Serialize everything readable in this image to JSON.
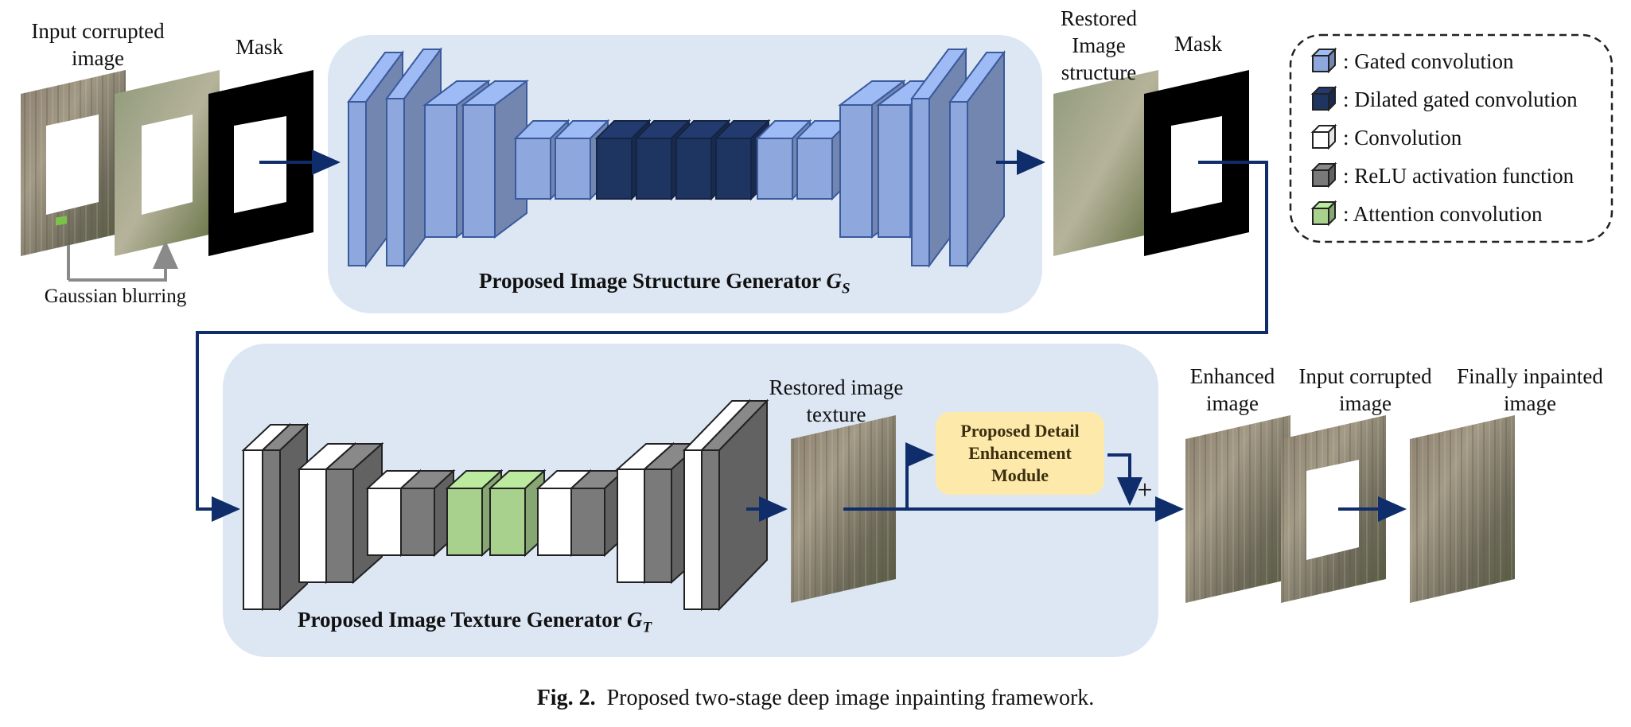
{
  "stage1": {
    "input_label_1": "Input corrupted",
    "input_label_2": "image",
    "mask_label": "Mask",
    "blur_label": "Gaussian blurring",
    "generator_title": "Proposed Image Structure Generator",
    "generator_symbol": "G",
    "generator_subscript": "S",
    "restored_label_1": "Restored",
    "restored_label_2": "Image",
    "restored_label_3": "structure",
    "mask2_label": "Mask"
  },
  "legend": {
    "items": [
      {
        "label": ": Gated convolution",
        "color": "#8ea7dc"
      },
      {
        "label": ": Dilated gated convolution",
        "color": "#1e3461"
      },
      {
        "label": ": Convolution",
        "color": "#ffffff"
      },
      {
        "label": ": ReLU activation function",
        "color": "#7a7a7a"
      },
      {
        "label": ": Attention convolution",
        "color": "#a8d18d"
      }
    ]
  },
  "stage2": {
    "generator_title": "Proposed Image Texture Generator",
    "generator_symbol": "G",
    "generator_subscript": "T",
    "restored_texture_1": "Restored image",
    "restored_texture_2": "texture",
    "module_1": "Proposed Detail",
    "module_2": "Enhancement",
    "module_3": "Module",
    "plus": "+",
    "enhanced_1": "Enhanced",
    "enhanced_2": "image",
    "input_corrupted_1": "Input corrupted",
    "input_corrupted_2": "image",
    "final_1": "Finally inpainted",
    "final_2": "image"
  },
  "caption": {
    "fig": "Fig. 2.",
    "text": "Proposed two-stage deep image inpainting framework."
  },
  "colors": {
    "panel_bg": "#dde7f4",
    "gated": "#8ea7dc",
    "dilated": "#1e3461",
    "attention": "#a8d18d",
    "relu": "#7a7a7a",
    "arrow": "#0f2d6b",
    "module_bg": "#fde9a9"
  }
}
